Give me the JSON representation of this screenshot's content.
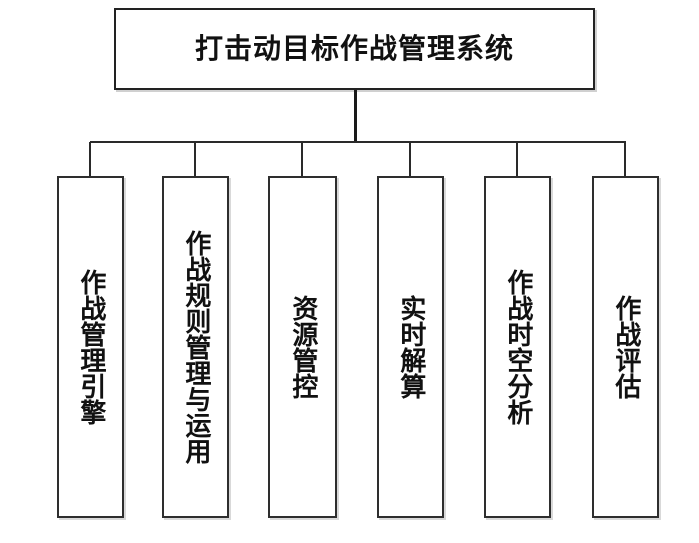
{
  "diagram": {
    "type": "organization-chart",
    "orientation": "top-down",
    "background_color": "#ffffff",
    "line_color": "#2a2a2a",
    "box_border_color": "#2e2e2e",
    "box_fill_color": "#ffffff",
    "text_color": "#111111",
    "root": {
      "label": "打击动目标作战管理系统"
    },
    "children": [
      {
        "label": "作战管理引擎"
      },
      {
        "label": "作战规则管理与运用"
      },
      {
        "label": "资源管控"
      },
      {
        "label": "实时解算"
      },
      {
        "label": "作战时空分析"
      },
      {
        "label": "作战评估"
      }
    ]
  }
}
